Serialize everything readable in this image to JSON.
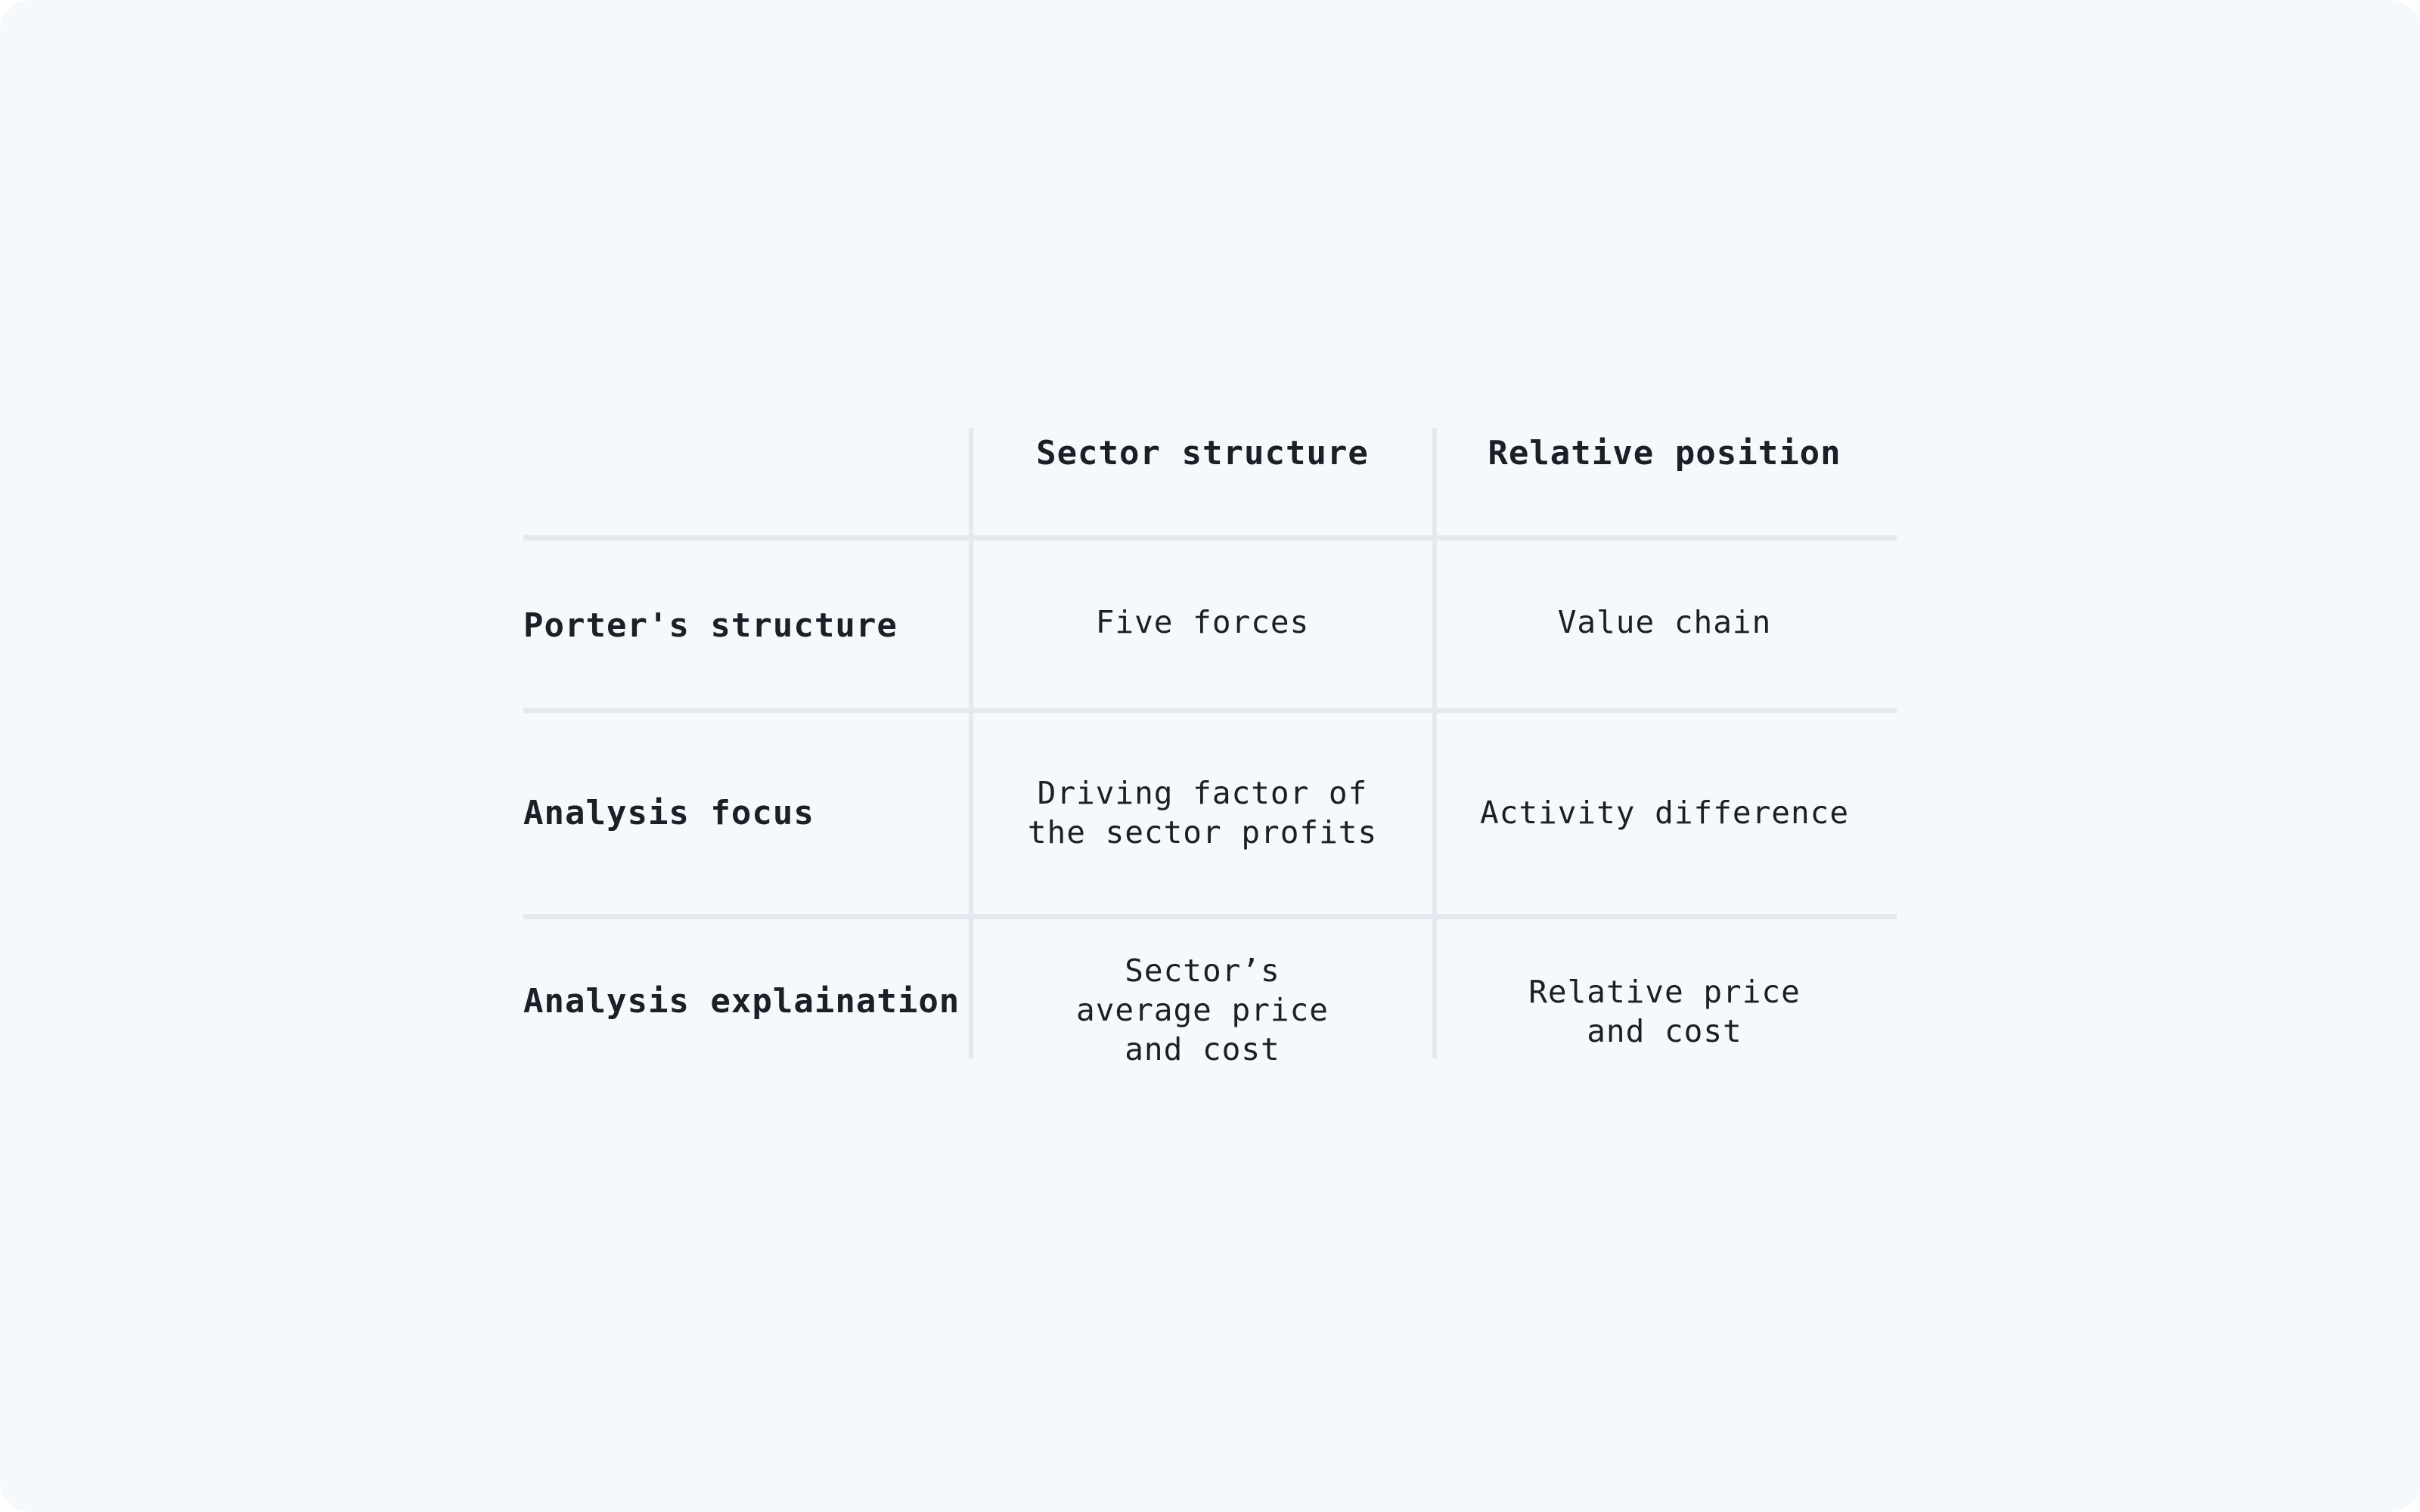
{
  "table": {
    "columns": [
      "",
      "Sector structure",
      "Relative position"
    ],
    "rows": [
      {
        "label": "Porter's structure",
        "sector": "Five forces",
        "relative": "Value chain"
      },
      {
        "label": "Analysis focus",
        "sector": "Driving factor of the sector profits",
        "relative": "Activity difference"
      },
      {
        "label": "Analysis explaination",
        "sector": "Sector’s average price and cost",
        "relative": "Relative price and cost"
      }
    ]
  },
  "colors": {
    "background": "#f5f9fc",
    "grid_line": "#e4e8ef",
    "text": "#1b1f27"
  }
}
